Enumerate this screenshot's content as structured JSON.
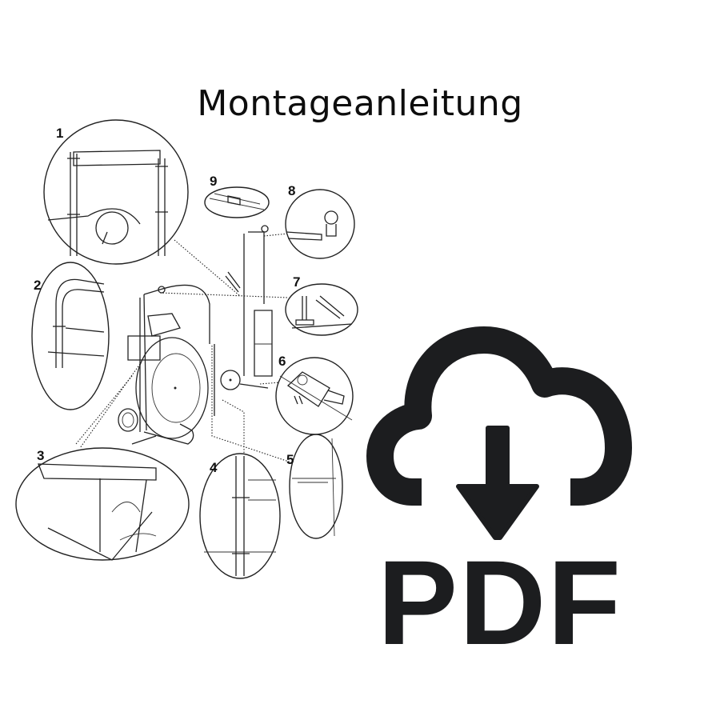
{
  "document": {
    "title": "Montageanleitung"
  },
  "illustration": {
    "description": "Assembly diagram of a strapping dispenser cart with numbered detail callouts",
    "step_labels": [
      "1",
      "2",
      "3",
      "4",
      "5",
      "6",
      "7",
      "8",
      "9"
    ]
  },
  "download": {
    "icon": "cloud-download-icon",
    "label": "PDF",
    "color": "#1c1d1f"
  }
}
